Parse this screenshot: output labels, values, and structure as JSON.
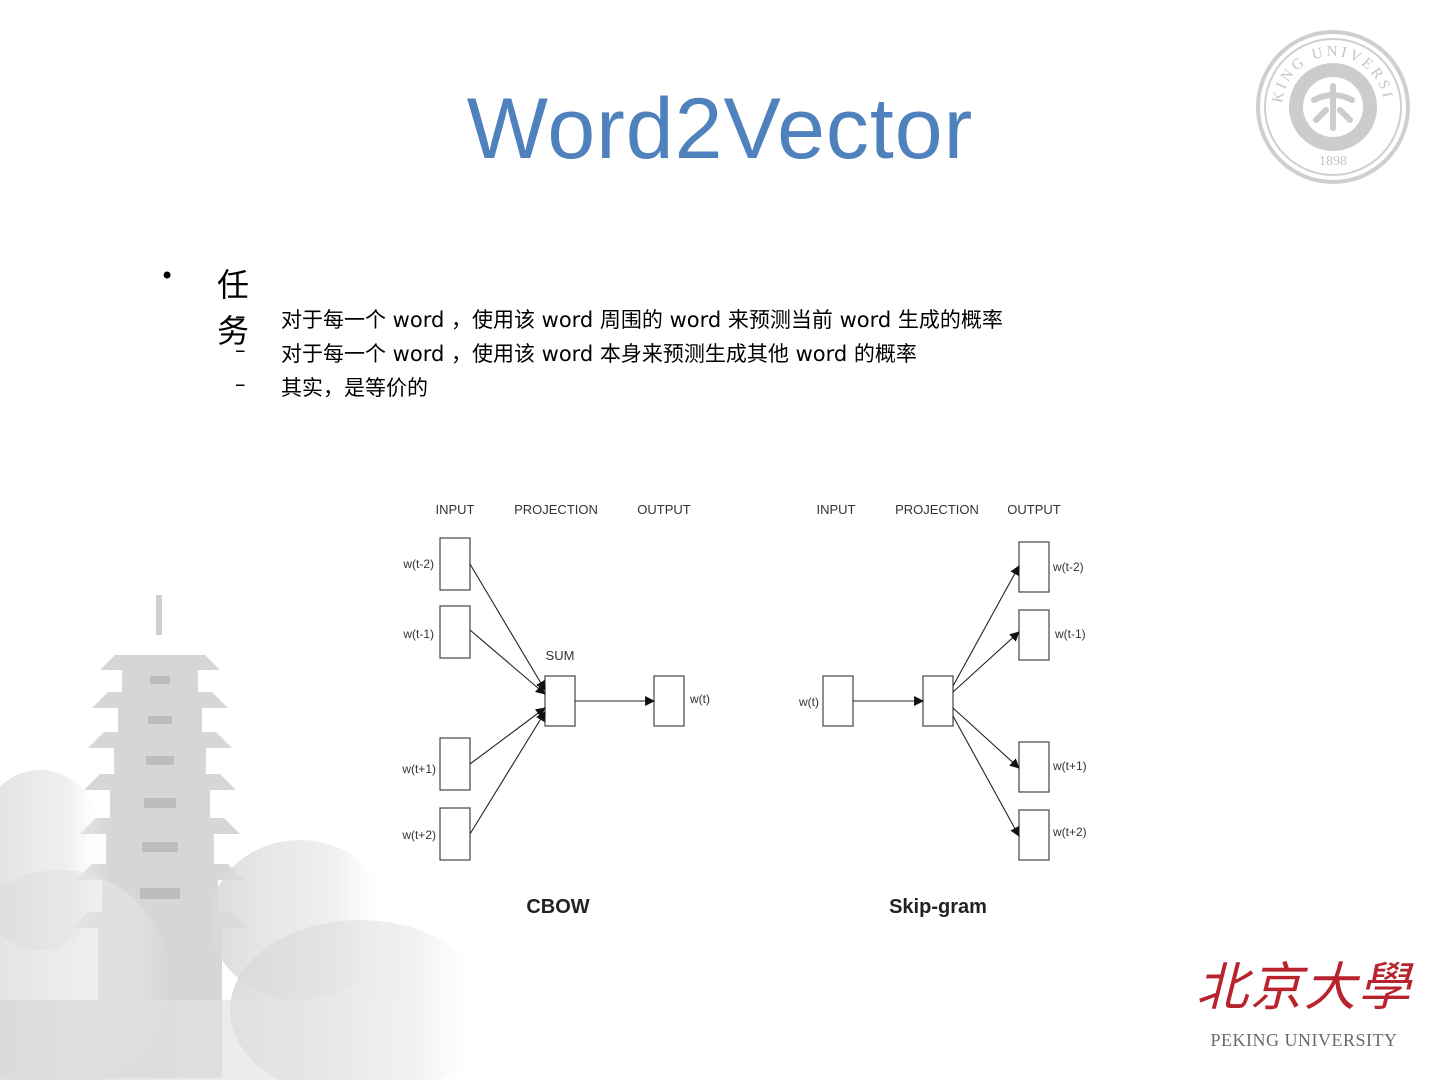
{
  "slide": {
    "title": "Word2Vector",
    "bullet_marker": "•",
    "sub_marker": "–",
    "heading": "任务",
    "subitems": [
      "对于每一个 word ，使用该 word 周围的 word  来预测当前 word 生成的概率",
      "对于每一个 word ，使用该 word 本身来预测生成其他 word 的概率",
      "其实，是等价的"
    ]
  },
  "seal": {
    "text": "PEKING UNIVERSITY",
    "year": "1898"
  },
  "diagram": {
    "cbow": {
      "headers": [
        "INPUT",
        "PROJECTION",
        "OUTPUT"
      ],
      "inputs": [
        "w(t-2)",
        "w(t-1)",
        "w(t+1)",
        "w(t+2)"
      ],
      "projection_label": "SUM",
      "output": "w(t)",
      "caption": "CBOW"
    },
    "skipgram": {
      "headers": [
        "INPUT",
        "PROJECTION",
        "OUTPUT"
      ],
      "input": "w(t)",
      "outputs": [
        "w(t-2)",
        "w(t-1)",
        "w(t+1)",
        "w(t+2)"
      ],
      "caption": "Skip-gram"
    }
  },
  "brand": {
    "chinese": "北京大學",
    "english": "PEKING UNIVERSITY"
  },
  "colors": {
    "title": "#4f81bd",
    "brand_red": "#b8232e",
    "seal_gray": "#c8c8c8"
  }
}
